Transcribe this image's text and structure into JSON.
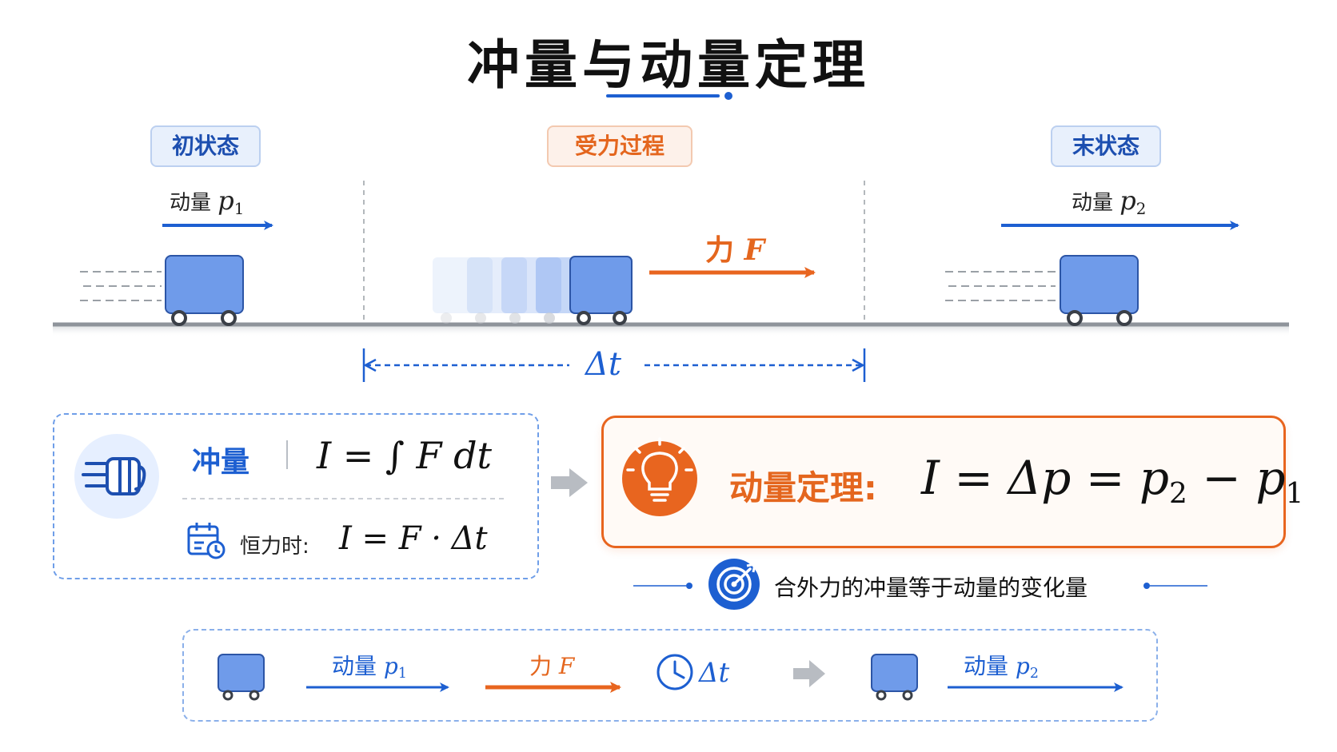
{
  "title": "冲量与动量定理",
  "stages": {
    "initial": "初状态",
    "process": "受力过程",
    "final": "末状态"
  },
  "top": {
    "momentum_word": "动量",
    "p": "p",
    "sub1": "1",
    "sub2": "2",
    "force_word": "力",
    "force_symbol": "F",
    "delta_t": "Δt"
  },
  "impulse": {
    "name": "冲量",
    "formula": "I = ∫ F dt",
    "constant_label": "恒力时:",
    "constant_formula": "I = F · Δt"
  },
  "theorem": {
    "label": "动量定理:",
    "formula_main": "I = Δp = p",
    "sub2": "2",
    "minus": " − p",
    "sub1": "1"
  },
  "tagline": "合外力的冲量等于动量的变化量",
  "colors": {
    "blue": "#1d5fd1",
    "cart": "#6f9bea",
    "orange": "#e8651f"
  }
}
